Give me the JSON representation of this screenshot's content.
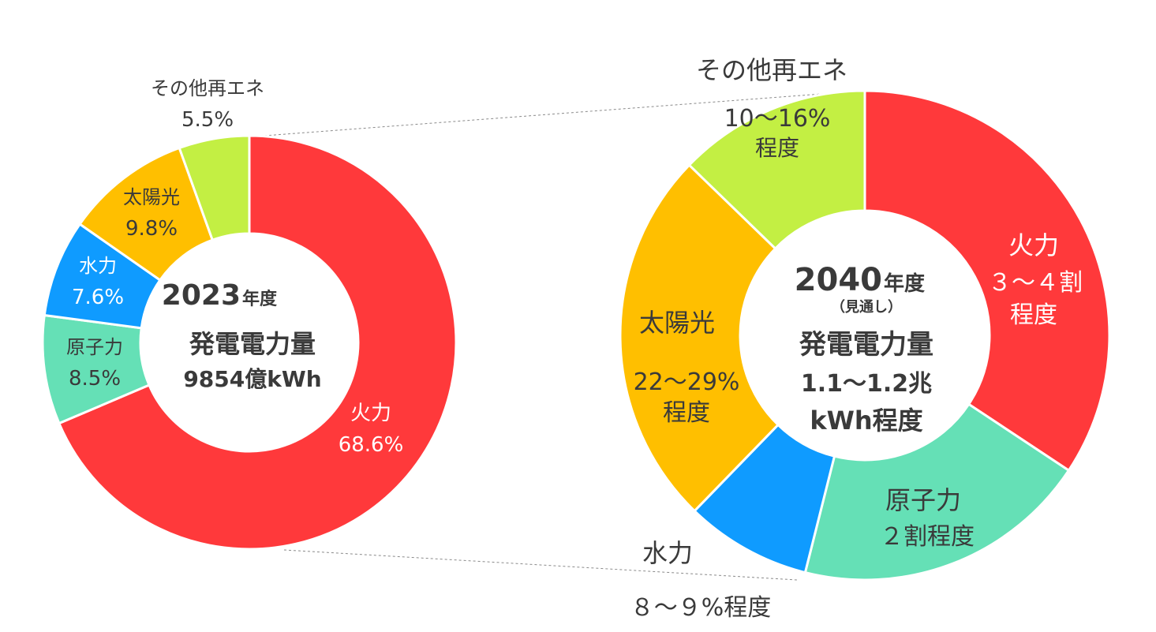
{
  "chart_data": [
    {
      "type": "donut",
      "center": {
        "year": "2023",
        "year_unit": "年度",
        "title": "発電電力量",
        "total": "9854億kWh"
      },
      "slices": [
        {
          "name": "火力",
          "label": "68.6%",
          "value": 68.6,
          "color": "#ff393b"
        },
        {
          "name": "原子力",
          "label": "8.5%",
          "value": 8.5,
          "color": "#65e0b6"
        },
        {
          "name": "水力",
          "label": "7.6%",
          "value": 7.6,
          "color": "#0f9bff"
        },
        {
          "name": "太陽光",
          "label": "9.8%",
          "value": 9.8,
          "color": "#ffbf00"
        },
        {
          "name": "その他再エネ",
          "label": "5.5%",
          "value": 5.5,
          "color": "#c3ef43"
        }
      ]
    },
    {
      "type": "donut",
      "center": {
        "year": "2040",
        "year_unit": "年度",
        "note": "（見通し）",
        "title": "発電電力量",
        "total_line1": "1.1～1.2兆",
        "total_line2": "kWh程度"
      },
      "slices": [
        {
          "name": "火力",
          "label_line1": "３～４割",
          "label_line2": "程度",
          "value": 35,
          "color": "#ff393b"
        },
        {
          "name": "原子力",
          "label_line1": "２割程度",
          "value": 20,
          "color": "#65e0b6"
        },
        {
          "name": "水力",
          "label_line1": "８～９%程度",
          "value": 8.5,
          "color": "#0f9bff"
        },
        {
          "name": "太陽光",
          "label_line1": "22～29%",
          "label_line2": "程度",
          "value": 25.5,
          "color": "#ffbf00"
        },
        {
          "name": "その他再エネ",
          "label_line1": "10～16%",
          "label_line2": "程度",
          "value": 13,
          "color": "#c3ef43"
        }
      ]
    }
  ]
}
